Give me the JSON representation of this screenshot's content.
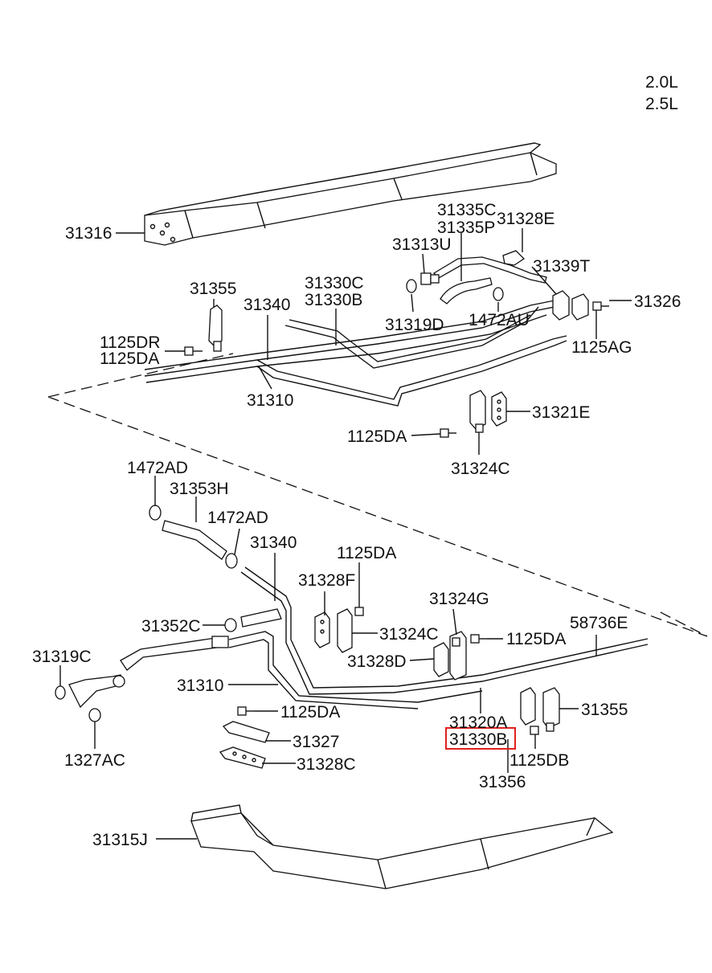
{
  "engine_variants": [
    "2.0L",
    "2.5L"
  ],
  "highlight_color": "#e0201c",
  "highlighted_part": "31330B",
  "parts": [
    {
      "key": "31316",
      "label": "31316"
    },
    {
      "key": "31335C",
      "label": "31335C"
    },
    {
      "key": "31335P",
      "label": "31335P"
    },
    {
      "key": "31328E",
      "label": "31328E"
    },
    {
      "key": "31313U",
      "label": "31313U"
    },
    {
      "key": "31339T",
      "label": "31339T"
    },
    {
      "key": "31355_top",
      "label": "31355"
    },
    {
      "key": "31330C",
      "label": "31330C"
    },
    {
      "key": "31330B_top",
      "label": "31330B"
    },
    {
      "key": "31340_top",
      "label": "31340"
    },
    {
      "key": "31326",
      "label": "31326"
    },
    {
      "key": "31319D",
      "label": "31319D"
    },
    {
      "key": "1472AU",
      "label": "1472AU"
    },
    {
      "key": "1125DR",
      "label": "1125DR"
    },
    {
      "key": "1125DA_a",
      "label": "1125DA"
    },
    {
      "key": "1125AG",
      "label": "1125AG"
    },
    {
      "key": "31310_top",
      "label": "31310"
    },
    {
      "key": "31321E",
      "label": "31321E"
    },
    {
      "key": "1125DA_b",
      "label": "1125DA"
    },
    {
      "key": "31324C_top",
      "label": "31324C"
    },
    {
      "key": "1472AD_a",
      "label": "1472AD"
    },
    {
      "key": "31353H",
      "label": "31353H"
    },
    {
      "key": "1472AD_b",
      "label": "1472AD"
    },
    {
      "key": "31340_bot",
      "label": "31340"
    },
    {
      "key": "1125DA_c",
      "label": "1125DA"
    },
    {
      "key": "31328F",
      "label": "31328F"
    },
    {
      "key": "31324G",
      "label": "31324G"
    },
    {
      "key": "31352C",
      "label": "31352C"
    },
    {
      "key": "58736E",
      "label": "58736E"
    },
    {
      "key": "31324C_bot",
      "label": "31324C"
    },
    {
      "key": "1125DA_d",
      "label": "1125DA"
    },
    {
      "key": "31319C",
      "label": "31319C"
    },
    {
      "key": "31328D",
      "label": "31328D"
    },
    {
      "key": "31310_bot",
      "label": "31310"
    },
    {
      "key": "1125DA_e",
      "label": "1125DA"
    },
    {
      "key": "31355_bot",
      "label": "31355"
    },
    {
      "key": "31320A",
      "label": "31320A"
    },
    {
      "key": "31330B_bot",
      "label": "31330B"
    },
    {
      "key": "31327",
      "label": "31327"
    },
    {
      "key": "1327AC",
      "label": "1327AC"
    },
    {
      "key": "1125DB",
      "label": "1125DB"
    },
    {
      "key": "31328C",
      "label": "31328C"
    },
    {
      "key": "31356",
      "label": "31356"
    },
    {
      "key": "31315J",
      "label": "31315J"
    }
  ]
}
